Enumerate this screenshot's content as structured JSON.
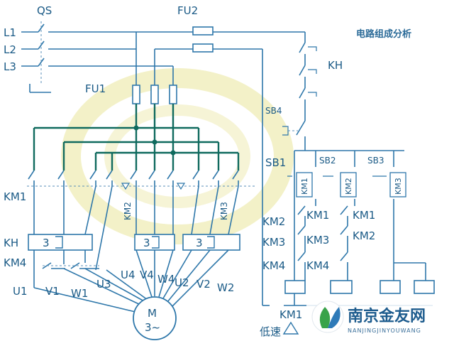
{
  "title": "电路组成分析",
  "labels": {
    "qs": "QS",
    "fu2": "FU2",
    "fu1": "FU1",
    "l1": "L1",
    "l2": "L2",
    "l3": "L3",
    "km1": "KM1",
    "km2": "KM2",
    "km3": "KM3",
    "km4": "KM4",
    "kh": "KH",
    "kh_num": "3",
    "sb1": "SB1",
    "sb2": "SB2",
    "sb3": "SB3",
    "sb4": "SB4",
    "u1": "U1",
    "v1": "V1",
    "w1": "W1",
    "u2": "U2",
    "v2": "V2",
    "w2": "W2",
    "u3": "U3",
    "u4": "U4",
    "v4": "V4",
    "w4": "W4",
    "motor": "M",
    "motor_sub": "3~",
    "low_speed": "低速"
  },
  "brand": {
    "name": "南京金友网",
    "sub": "NANJINGJINYOUWANG"
  },
  "colors": {
    "wire_blue": "#2e77aa",
    "wire_green": "#0f6a5e",
    "watermark": "#f3f1c8",
    "label": "#1a5a86"
  }
}
